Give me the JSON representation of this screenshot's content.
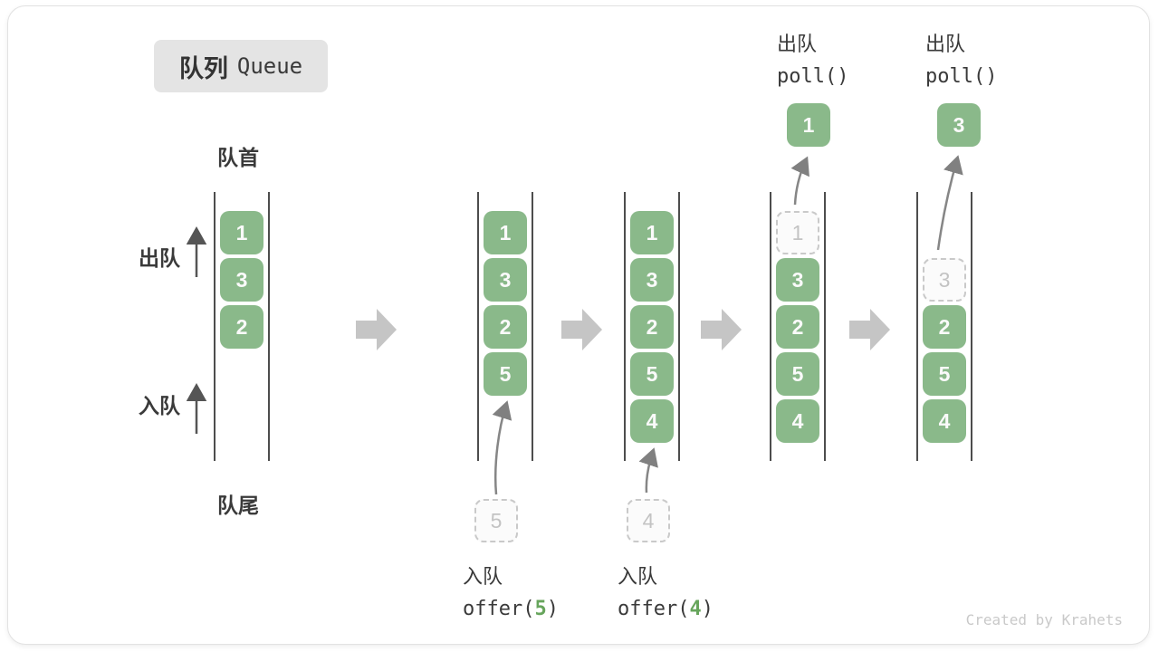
{
  "title": {
    "zh": "队列",
    "en": "Queue"
  },
  "labels": {
    "front": "队首",
    "rear": "队尾",
    "dequeue": "出队",
    "enqueue": "入队"
  },
  "ops": {
    "offer5": {
      "label": "入队",
      "code_pre": "offer(",
      "arg": "5",
      "code_post": ")",
      "value": "5"
    },
    "offer4": {
      "label": "入队",
      "code_pre": "offer(",
      "arg": "4",
      "code_post": ")",
      "value": "4"
    },
    "poll1": {
      "label": "出队",
      "code": "poll()",
      "value": "1"
    },
    "poll2": {
      "label": "出队",
      "code": "poll()",
      "value": "3"
    }
  },
  "queues": [
    {
      "name": "state-1",
      "cells": [
        {
          "value": "1",
          "style": "solid"
        },
        {
          "value": "3",
          "style": "solid"
        },
        {
          "value": "2",
          "style": "solid"
        }
      ]
    },
    {
      "name": "state-2",
      "cells": [
        {
          "value": "1",
          "style": "solid"
        },
        {
          "value": "3",
          "style": "solid"
        },
        {
          "value": "2",
          "style": "solid"
        },
        {
          "value": "5",
          "style": "solid"
        }
      ]
    },
    {
      "name": "state-3",
      "cells": [
        {
          "value": "1",
          "style": "solid"
        },
        {
          "value": "3",
          "style": "solid"
        },
        {
          "value": "2",
          "style": "solid"
        },
        {
          "value": "5",
          "style": "solid"
        },
        {
          "value": "4",
          "style": "solid"
        }
      ]
    },
    {
      "name": "state-4",
      "cells": [
        {
          "value": "1",
          "style": "dashed"
        },
        {
          "value": "3",
          "style": "solid"
        },
        {
          "value": "2",
          "style": "solid"
        },
        {
          "value": "5",
          "style": "solid"
        },
        {
          "value": "4",
          "style": "solid"
        }
      ]
    },
    {
      "name": "state-5",
      "cells": [
        {
          "value": "3",
          "style": "dashed"
        },
        {
          "value": "2",
          "style": "solid"
        },
        {
          "value": "5",
          "style": "solid"
        },
        {
          "value": "4",
          "style": "solid"
        }
      ]
    }
  ],
  "watermark": "Created by Krahets",
  "colors": {
    "cell_green": "#8ab98a",
    "code_green": "#67a55c",
    "block_arrow_gray": "#c5c5c5",
    "wall_gray": "#4d4d4d",
    "badge_bg": "#e4e4e4"
  }
}
